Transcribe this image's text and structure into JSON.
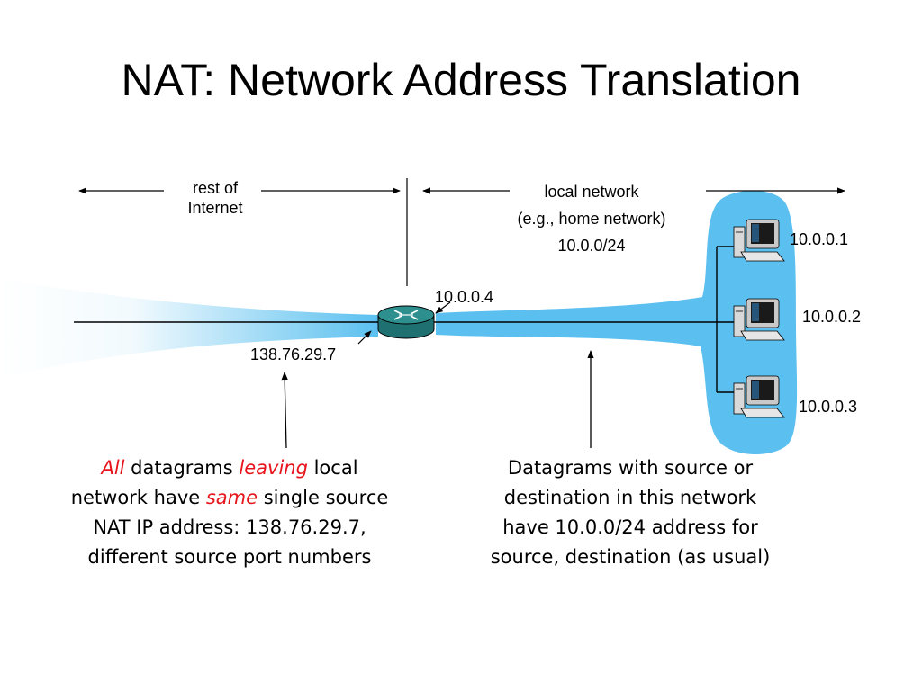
{
  "title": "NAT: Network Address Translation",
  "regions": {
    "rest_line1": "rest of",
    "rest_line2": "Internet",
    "local_line1": "local network",
    "local_line2": "(e.g., home network)",
    "local_line3": "10.0.0/24"
  },
  "addresses": {
    "router_inside": "10.0.0.4",
    "router_outside": "138.76.29.7",
    "host1": "10.0.0.1",
    "host2": "10.0.0.2",
    "host3": "10.0.0.3"
  },
  "left_note": {
    "w_all": "All",
    "w_datagrams": " datagrams ",
    "w_leaving": "leaving",
    "w_local": " local",
    "l2a": "network have ",
    "w_same": "same",
    "l2b": " single source",
    "l3": "NAT IP address: 138.76.29.7,",
    "l4": "different source port numbers"
  },
  "right_note": {
    "l1": "Datagrams with source or",
    "l2": "destination in this network",
    "l3": "have 10.0.0/24 address for",
    "l4": "source, destination (as usual)"
  },
  "colors": {
    "cloud": "#5bc0ef",
    "router": "#2e8f8f",
    "emphasis": "#e8141c"
  }
}
